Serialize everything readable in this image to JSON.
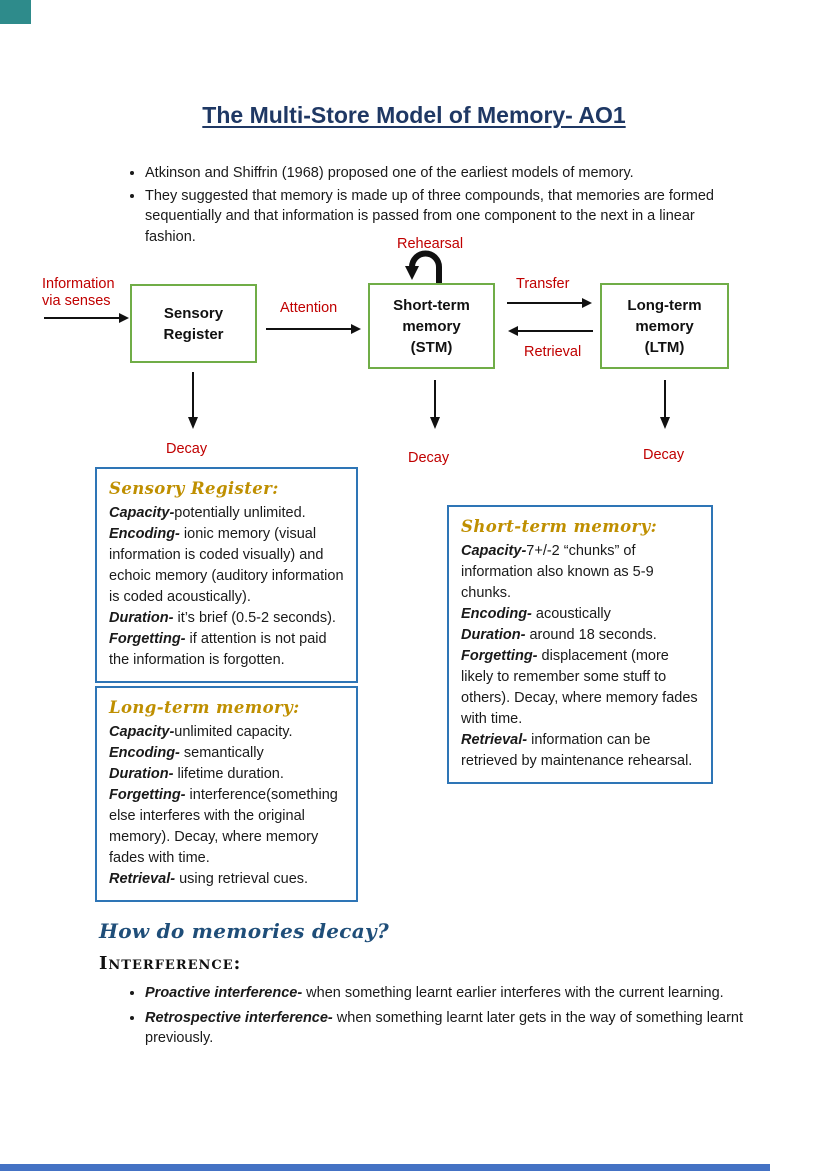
{
  "colors": {
    "title-blue": "#1F3864",
    "red": "#C00000",
    "green": "#70AD47",
    "box-blue": "#2E75B6",
    "gold": "#BF8F00",
    "heading-blue": "#1F4E79",
    "edge-teal": "#2E8B8B",
    "edge-blue": "#4472C4"
  },
  "page": {
    "title": "The Multi-Store Model of Memory- AO1"
  },
  "intro": {
    "bullets": [
      "Atkinson and Shiffrin (1968) proposed one of the earliest models of memory.",
      "They suggested that memory is made up of three compounds, that memories are formed sequentially and that information is passed from one component to the next in a linear fashion."
    ]
  },
  "diagram": {
    "rehearsal_label": "Rehearsal",
    "input_label": "Information via senses",
    "attention_label": "Attention",
    "transfer_label": "Transfer",
    "retrieval_label": "Retrieval",
    "sensory_box": "Sensory Register",
    "stm_box": "Short-term memory (STM)",
    "ltm_box": "Long-term memory (LTM)",
    "decay_sensory": "Decay",
    "decay_stm": "Decay",
    "decay_ltm": "Decay"
  },
  "sensory_info": {
    "title": "Sensory Register:",
    "lines": [
      {
        "lead": "Capacity-",
        "text": "potentially unlimited."
      },
      {
        "lead": "Encoding-",
        "text": " ionic memory (visual information is coded visually) and echoic memory (auditory information is coded acoustically)."
      },
      {
        "lead": "Duration-",
        "text": " it’s brief (0.5-2 seconds)."
      },
      {
        "lead": "Forgetting-",
        "text": " if attention is not paid the information is forgotten."
      }
    ]
  },
  "stm_info": {
    "title": "Short-term memory:",
    "lines": [
      {
        "lead": "Capacity-",
        "text": "7+/-2 “chunks” of information also known as 5-9 chunks."
      },
      {
        "lead": "Encoding-",
        "text": " acoustically"
      },
      {
        "lead": "Duration-",
        "text": " around 18 seconds."
      },
      {
        "lead": "Forgetting-",
        "text": " displacement (more likely to remember some stuff to others). Decay, where memory fades with time."
      },
      {
        "lead": "Retrieval-",
        "text": " information can be retrieved by maintenance rehearsal."
      }
    ]
  },
  "ltm_info": {
    "title": "Long-term memory:",
    "lines": [
      {
        "lead": "Capacity-",
        "text": "unlimited capacity."
      },
      {
        "lead": "Encoding-",
        "text": " semantically"
      },
      {
        "lead": "Duration-",
        "text": " lifetime duration."
      },
      {
        "lead": "Forgetting-",
        "text": " interference(something else interferes with the original memory). Decay, where memory fades with time."
      },
      {
        "lead": "Retrieval-",
        "text": " using retrieval cues."
      }
    ]
  },
  "decay_section": {
    "heading": "How do memories decay?",
    "subheading": "Interference:",
    "bullets": [
      {
        "lead": "Proactive interference-",
        "text": " when something learnt earlier interferes with the current learning."
      },
      {
        "lead": "Retrospective interference-",
        "text": " when something learnt later gets in the way of something learnt previously."
      }
    ]
  }
}
